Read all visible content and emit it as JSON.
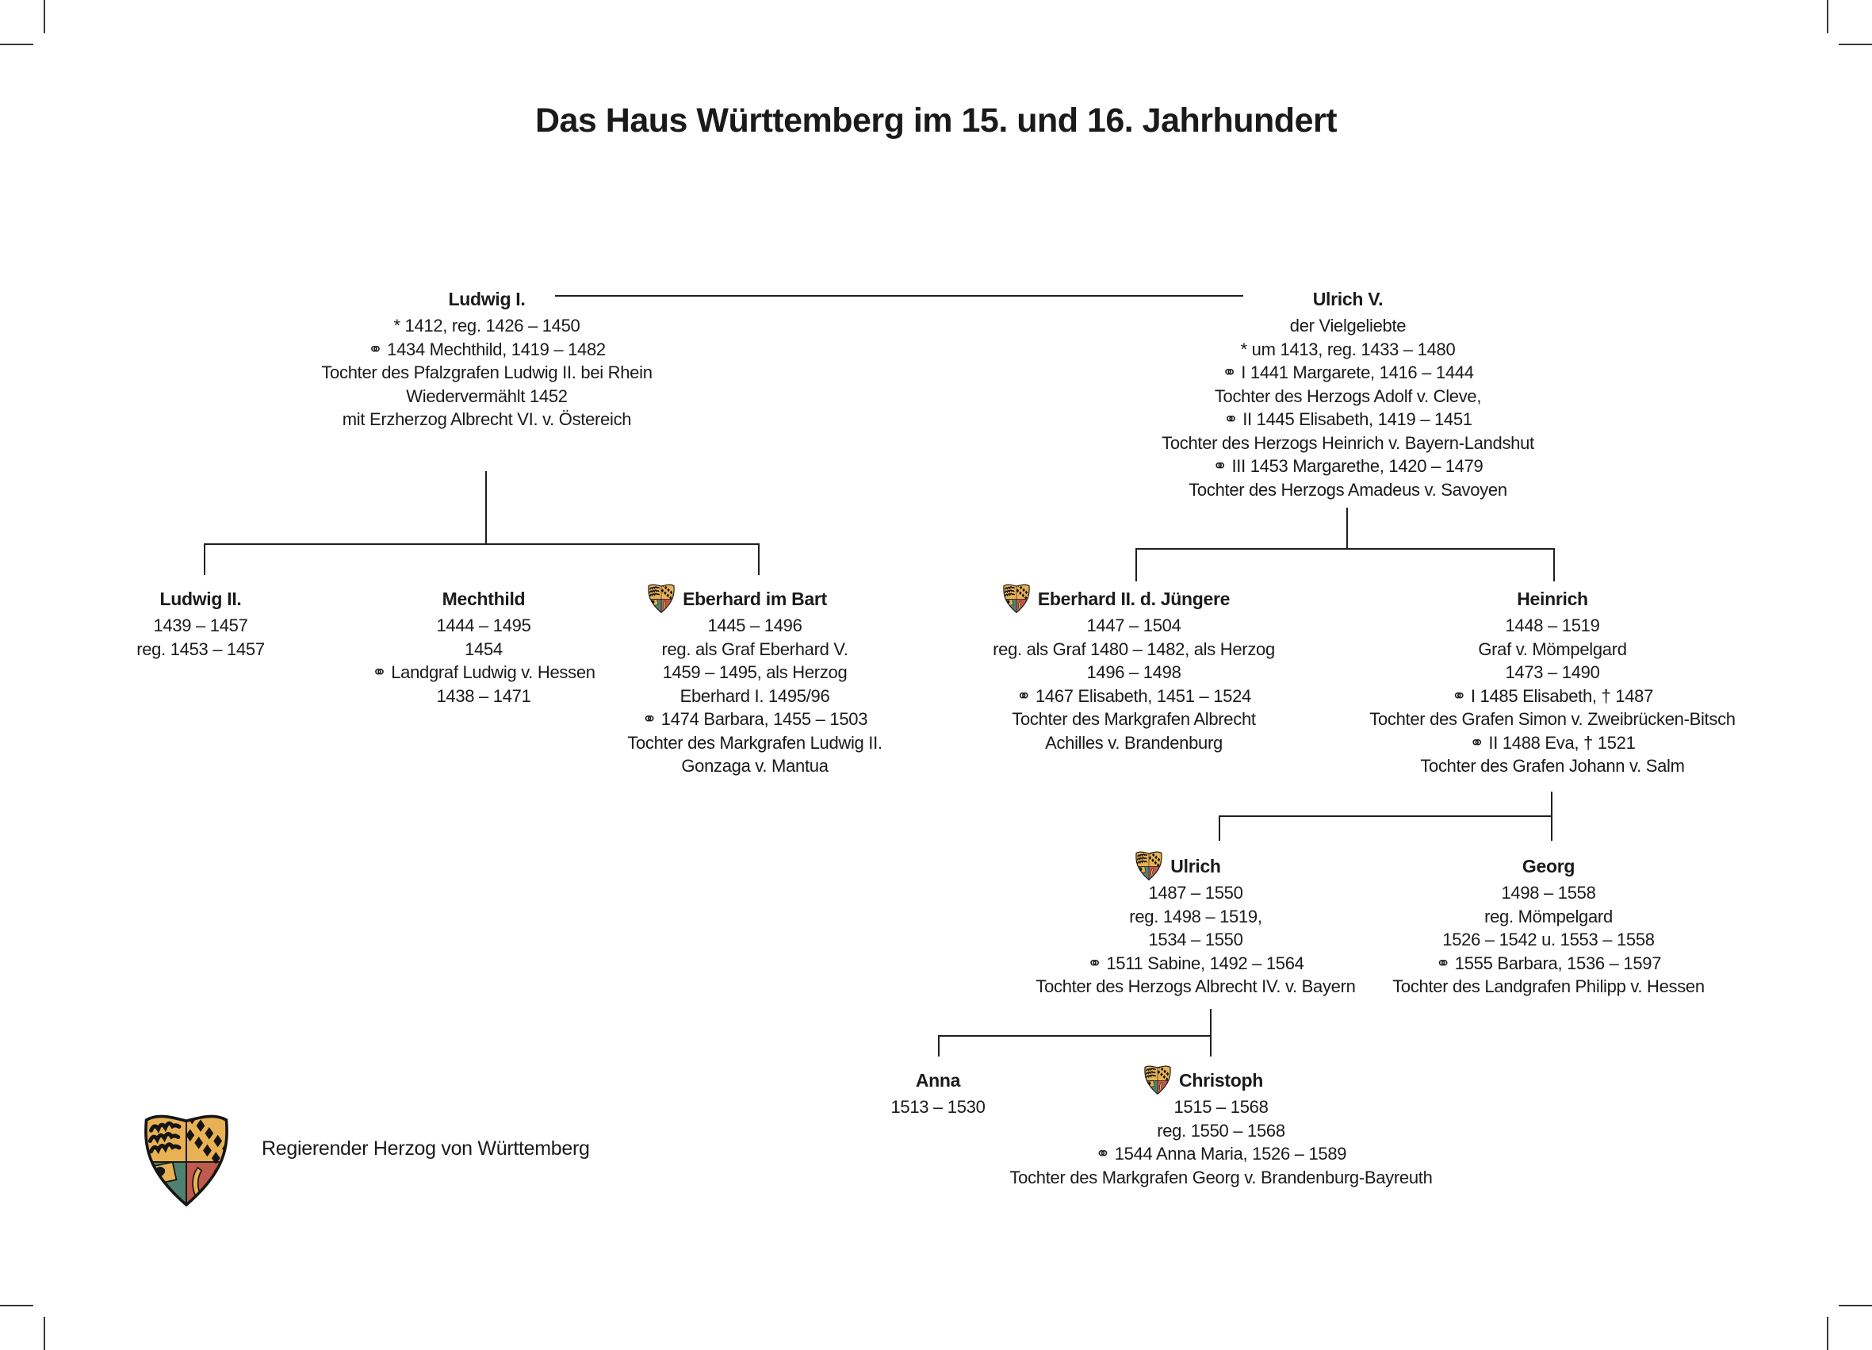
{
  "title": "Das Haus Württemberg im 15. und 16. Jahrhundert",
  "legend": {
    "label": "Regierender Herzog von Württemberg",
    "icon": "wuerttemberg-crest"
  },
  "symbols": {
    "marriage": "⚭",
    "born": "*",
    "died": "†"
  },
  "colors": {
    "crest_gold": "#E8B254",
    "crest_teal": "#4F8173",
    "crest_red": "#C05A4D",
    "crest_outline": "#151515",
    "line_color": "#1f1f1f",
    "text_color": "#1a1a1a"
  },
  "persons": {
    "ludwig_i": {
      "name": "Ludwig I.",
      "crest": false,
      "lines": [
        "* 1412, reg. 1426 – 1450",
        "⚭ 1434 Mechthild, 1419 – 1482",
        "Tochter des Pfalzgrafen Ludwig II. bei Rhein",
        "Wiedervermählt 1452",
        "mit Erzherzog Albrecht VI. v. Östereich"
      ]
    },
    "ulrich_v": {
      "name": "Ulrich V.",
      "crest": false,
      "lines": [
        "der Vielgeliebte",
        "* um 1413, reg. 1433 – 1480",
        "⚭ I 1441 Margarete, 1416 – 1444",
        "Tochter des Herzogs Adolf v. Cleve,",
        "⚭ II 1445 Elisabeth, 1419 – 1451",
        "Tochter des Herzogs Heinrich v. Bayern-Landshut",
        "⚭ III 1453 Margarethe, 1420 – 1479",
        "Tochter des Herzogs Amadeus v. Savoyen"
      ]
    },
    "ludwig_ii": {
      "name": "Ludwig II.",
      "crest": false,
      "lines": [
        "1439 – 1457",
        "reg. 1453 – 1457"
      ]
    },
    "mechthild": {
      "name": "Mechthild",
      "crest": false,
      "lines": [
        "1444 – 1495",
        "1454",
        "⚭ Landgraf Ludwig v. Hessen",
        "1438 – 1471"
      ]
    },
    "eberhard_im_bart": {
      "name": "Eberhard im Bart",
      "crest": true,
      "lines": [
        "1445 – 1496",
        "reg. als Graf Eberhard V.",
        "1459 – 1495, als Herzog",
        "Eberhard I. 1495/96",
        "⚭ 1474 Barbara, 1455 – 1503",
        "Tochter des Markgrafen Ludwig II.",
        "Gonzaga v. Mantua"
      ]
    },
    "eberhard_ii": {
      "name": "Eberhard II. d. Jüngere",
      "crest": true,
      "lines": [
        "1447 – 1504",
        "reg. als Graf 1480 – 1482, als Herzog",
        "1496 – 1498",
        "⚭ 1467 Elisabeth, 1451 – 1524",
        "Tochter des Markgrafen Albrecht",
        "Achilles v. Brandenburg"
      ]
    },
    "heinrich": {
      "name": "Heinrich",
      "crest": false,
      "lines": [
        "1448 – 1519",
        "Graf v. Mömpelgard",
        "1473 – 1490",
        "⚭ I 1485 Elisabeth, † 1487",
        "Tochter des Grafen Simon v. Zweibrücken-Bitsch",
        "⚭ II 1488 Eva, † 1521",
        "Tochter des Grafen Johann v. Salm"
      ]
    },
    "ulrich": {
      "name": "Ulrich",
      "crest": true,
      "lines": [
        "1487 – 1550",
        "reg. 1498 – 1519,",
        "1534 – 1550",
        "⚭ 1511 Sabine, 1492 – 1564",
        "Tochter des Herzogs Albrecht IV. v. Bayern"
      ]
    },
    "georg": {
      "name": "Georg",
      "crest": false,
      "lines": [
        "1498 – 1558",
        "reg. Mömpelgard",
        "1526 – 1542 u. 1553 – 1558",
        "⚭ 1555 Barbara, 1536 – 1597",
        "Tochter des Landgrafen Philipp v. Hessen"
      ]
    },
    "anna": {
      "name": "Anna",
      "crest": false,
      "lines": [
        "1513 – 1530"
      ]
    },
    "christoph": {
      "name": "Christoph",
      "crest": true,
      "lines": [
        "1515 – 1568",
        "reg. 1550 – 1568",
        "⚭ 1544 Anna Maria, 1526 – 1589",
        "Tochter des Markgrafen Georg v. Brandenburg-Bayreuth"
      ]
    }
  }
}
